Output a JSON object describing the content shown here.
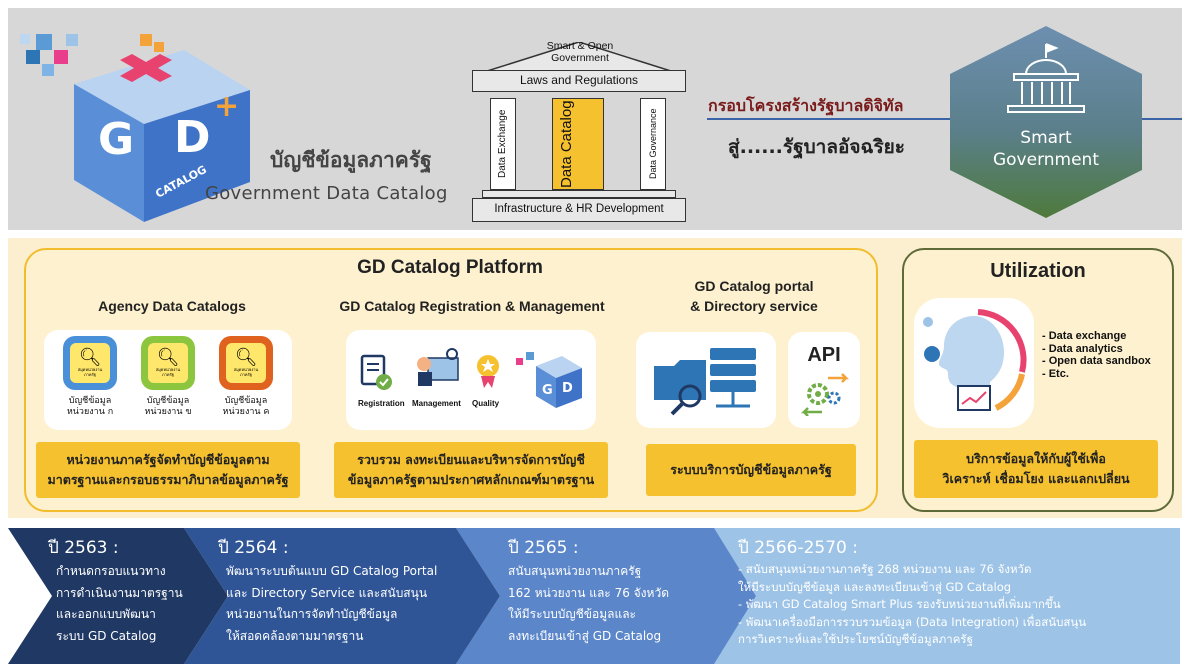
{
  "header": {
    "logo_g": "G",
    "logo_d": "D",
    "logo_catalog": "CATALOG",
    "title_th": "บัญชีข้อมูลภาครัฐ",
    "title_en": "Government Data Catalog",
    "building": {
      "roof": "Smart & Open\nGovernment",
      "beam": "Laws and Regulations",
      "pillar_left": "Data Exchange",
      "pillar_center": "Data Catalog",
      "pillar_right": "Data Governance",
      "base": "Infrastructure & HR Development"
    },
    "framework_line1": "กรอบโครงสร้างรัฐบาลดิจิทัล",
    "framework_line2": "สู่......รัฐบาลอัจฉริยะ",
    "smart_gov_line1": "Smart",
    "smart_gov_line2": "Government"
  },
  "platform": {
    "title": "GD Catalog Platform",
    "agency": {
      "title": "Agency Data Catalogs",
      "icon_caption": "สมุดหน่วยงาน\nภาครัฐ",
      "items": [
        {
          "line1": "บัญชีข้อมูล",
          "line2": "หน่วยงาน ก",
          "color": "#4a90d9"
        },
        {
          "line1": "บัญชีข้อมูล",
          "line2": "หน่วยงาน ข",
          "color": "#8cc63f"
        },
        {
          "line1": "บัญชีข้อมูล",
          "line2": "หน่วยงาน ค",
          "color": "#e0621f"
        }
      ],
      "bar_line1": "หน่วยงานภาครัฐจัดทำบัญชีข้อมูลตาม",
      "bar_line2": "มาตรฐานและกรอบธรรมาภิบาลข้อมูลภาครัฐ"
    },
    "registration": {
      "title": "GD Catalog Registration & Management",
      "labels": [
        "Registration",
        "Management",
        "Quality"
      ],
      "bar_line1": "รวบรวม ลงทะเบียนและบริหารจัดการบัญชี",
      "bar_line2": "ข้อมูลภาครัฐตามประกาศหลักเกณฑ์มาตรฐาน"
    },
    "portal": {
      "title_line1": "GD Catalog portal",
      "title_line2": "& Directory service",
      "api_label": "API",
      "bar": "ระบบบริการบัญชีข้อมูลภาครัฐ"
    }
  },
  "utilization": {
    "title": "Utilization",
    "items": [
      "- Data exchange",
      "- Data analytics",
      "- Open data sandbox",
      "- Etc."
    ],
    "bar_line1": "บริการข้อมูลให้กับผู้ใช้เพื่อ",
    "bar_line2": "วิเคราะห์ เชื่อมโยง และแลกเปลี่ยน"
  },
  "timeline": [
    {
      "year": "ปี 2563 :",
      "lines": [
        "กำหนดกรอบแนวทาง",
        "การดำเนินงานมาตรฐาน",
        "และออกแบบพัฒนา",
        "ระบบ GD Catalog"
      ],
      "color": "#1f3864"
    },
    {
      "year": "ปี 2564 :",
      "lines": [
        "พัฒนาระบบต้นแบบ GD Catalog Portal",
        "และ Directory Service และสนับสนุน",
        "หน่วยงานในการจัดทำบัญชีข้อมูล",
        "ให้สอดคล้องตามมาตรฐาน"
      ],
      "color": "#2f5597"
    },
    {
      "year": "ปี 2565 :",
      "lines": [
        "สนับสนุนหน่วยงานภาครัฐ",
        "162 หน่วยงาน  และ 76 จังหวัด",
        "ให้มีระบบบัญชีข้อมูลและ",
        "ลงทะเบียนเข้าสู่ GD Catalog"
      ],
      "color": "#5b86c9"
    },
    {
      "year": "ปี 2566-2570 :",
      "lines": [
        "- สนับสนุนหน่วยงานภาครัฐ 268 หน่วยงาน และ 76 จังหวัด",
        "ให้มีระบบบัญชีข้อมูล และลงทะเบียนเข้าสู่ GD Catalog",
        "- พัฒนา GD Catalog Smart Plus รองรับหน่วยงานที่เพิ่มมากขึ้น",
        "- พัฒนาเครื่องมือการรวบรวมข้อมูล (Data Integration) เพื่อสนับสนุน",
        "การวิเคราะห์และใช้ประโยชน์บัญชีข้อมูลภาครัฐ"
      ],
      "color": "#9dc3e6"
    }
  ]
}
